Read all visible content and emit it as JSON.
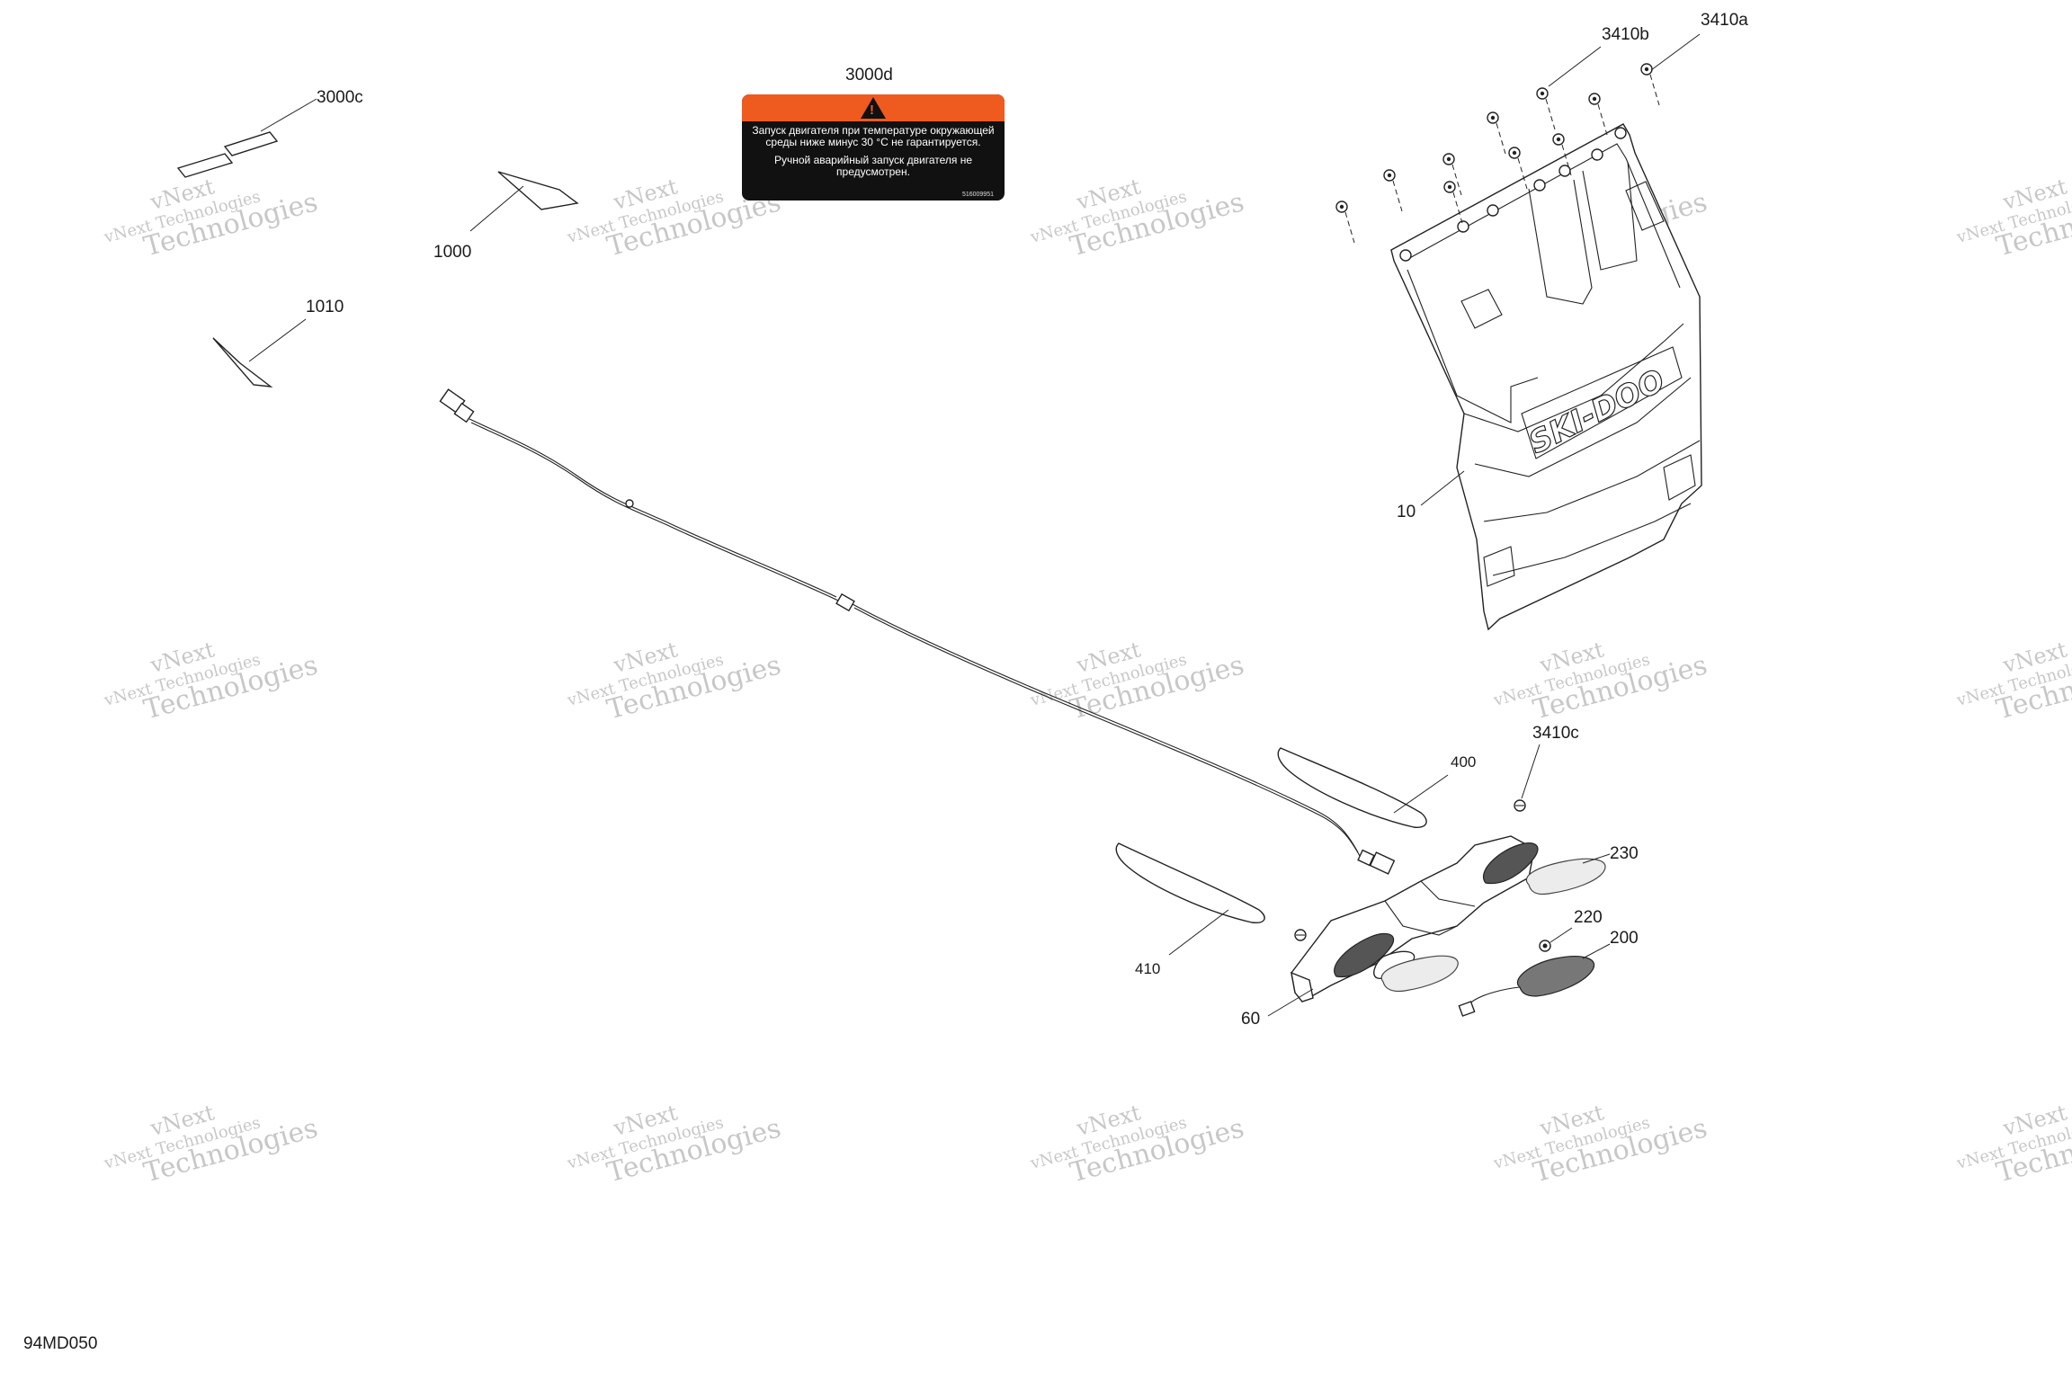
{
  "figure": {
    "id": "94MD050",
    "watermark": {
      "line1": "vNext",
      "line2": "vNext Technologies",
      "line3": "Technologies"
    }
  },
  "callouts": {
    "c3000c": "3000c",
    "c3000d": "3000d",
    "c1000": "1000",
    "c1010": "1010",
    "c3410a": "3410a",
    "c3410b": "3410b",
    "c10": "10",
    "c3410c": "3410c",
    "c400": "400",
    "c410": "410",
    "c230": "230",
    "c220": "220",
    "c200": "200",
    "c60": "60"
  },
  "decal": {
    "warning_symbol": "!",
    "text1": "Запуск двигателя при температуре окружающей среды ниже минус 30 °C не гарантируется.",
    "text2": "Ручной аварийный запуск двигателя не предусмотрен.",
    "code": "516009951",
    "colors": {
      "band": "#ef5a1f",
      "body": "#111111",
      "text": "#ffffff"
    }
  },
  "flap": {
    "brand_logo": "SKI-DOO"
  }
}
